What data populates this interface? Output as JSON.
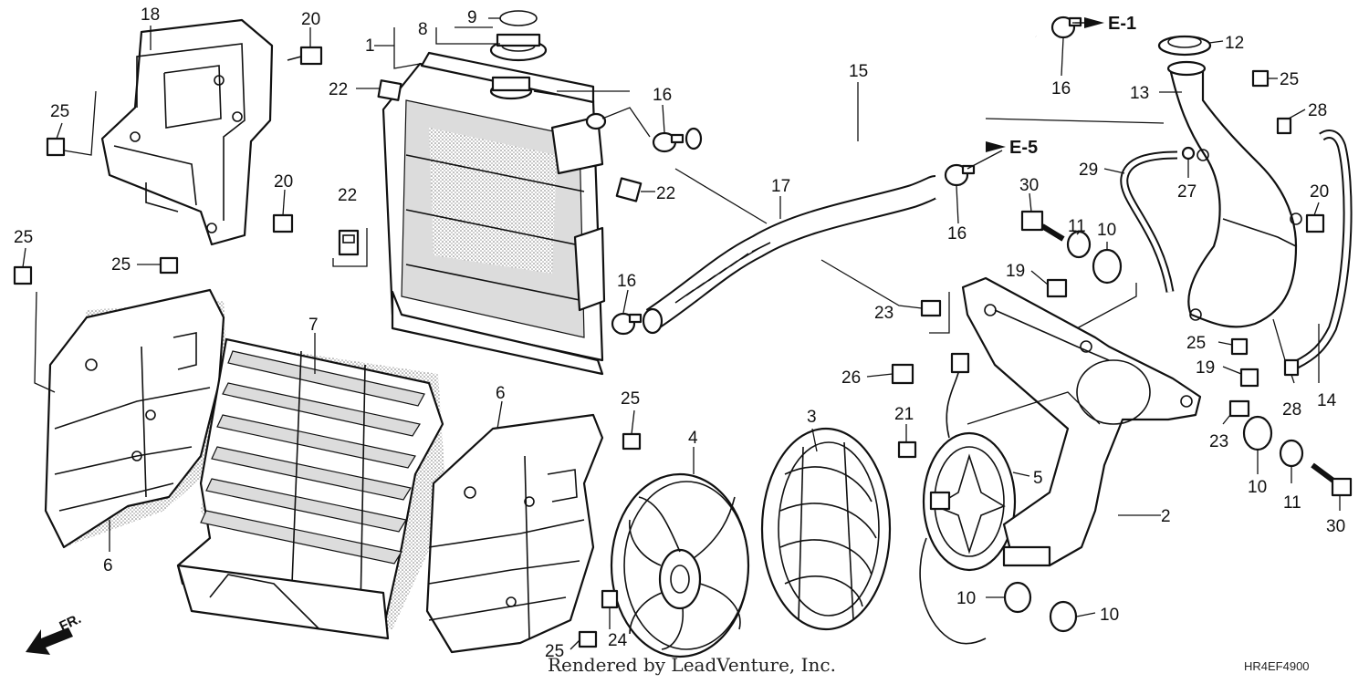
{
  "labels": [
    {
      "id": "l18",
      "text": "18"
    },
    {
      "id": "l20a",
      "text": "20"
    },
    {
      "id": "l25a",
      "text": "25"
    },
    {
      "id": "l20b",
      "text": "20"
    },
    {
      "id": "l25b",
      "text": "25"
    },
    {
      "id": "l25c",
      "text": "25"
    },
    {
      "id": "l6a",
      "text": "6"
    },
    {
      "id": "l7",
      "text": "7"
    },
    {
      "id": "l1",
      "text": "1"
    },
    {
      "id": "l8",
      "text": "8"
    },
    {
      "id": "l9",
      "text": "9"
    },
    {
      "id": "l22a",
      "text": "22"
    },
    {
      "id": "l22b",
      "text": "22"
    },
    {
      "id": "l16a",
      "text": "16"
    },
    {
      "id": "l22c",
      "text": "22"
    },
    {
      "id": "l16b",
      "text": "16"
    },
    {
      "id": "l15",
      "text": "15"
    },
    {
      "id": "l17",
      "text": "17"
    },
    {
      "id": "l16c",
      "text": "16"
    },
    {
      "id": "l16d",
      "text": "16"
    },
    {
      "id": "l6b",
      "text": "6"
    },
    {
      "id": "l25d",
      "text": "25"
    },
    {
      "id": "l4",
      "text": "4"
    },
    {
      "id": "l3",
      "text": "3"
    },
    {
      "id": "l24",
      "text": "24"
    },
    {
      "id": "l25e",
      "text": "25"
    },
    {
      "id": "l12",
      "text": "12"
    },
    {
      "id": "l13",
      "text": "13"
    },
    {
      "id": "l25f",
      "text": "25"
    },
    {
      "id": "l28a",
      "text": "28"
    },
    {
      "id": "l29",
      "text": "29"
    },
    {
      "id": "l27",
      "text": "27"
    },
    {
      "id": "l20c",
      "text": "20"
    },
    {
      "id": "l30a",
      "text": "30"
    },
    {
      "id": "l11a",
      "text": "11"
    },
    {
      "id": "l10a",
      "text": "10"
    },
    {
      "id": "l19a",
      "text": "19"
    },
    {
      "id": "l23a",
      "text": "23"
    },
    {
      "id": "l26",
      "text": "26"
    },
    {
      "id": "l21",
      "text": "21"
    },
    {
      "id": "l5",
      "text": "5"
    },
    {
      "id": "l2",
      "text": "2"
    },
    {
      "id": "l10b",
      "text": "10"
    },
    {
      "id": "l10c",
      "text": "10"
    },
    {
      "id": "l25g",
      "text": "25"
    },
    {
      "id": "l19b",
      "text": "19"
    },
    {
      "id": "l28b",
      "text": "28"
    },
    {
      "id": "l14",
      "text": "14"
    },
    {
      "id": "l23b",
      "text": "23"
    },
    {
      "id": "l10d",
      "text": "10"
    },
    {
      "id": "l11b",
      "text": "11"
    },
    {
      "id": "l30b",
      "text": "30"
    }
  ],
  "refs": {
    "e1": "E-1",
    "e5": "E-5"
  },
  "direction_label": "FR.",
  "watermark": "Rendered by LeadVenture, Inc.",
  "diagram_code": "HR4EF4900"
}
